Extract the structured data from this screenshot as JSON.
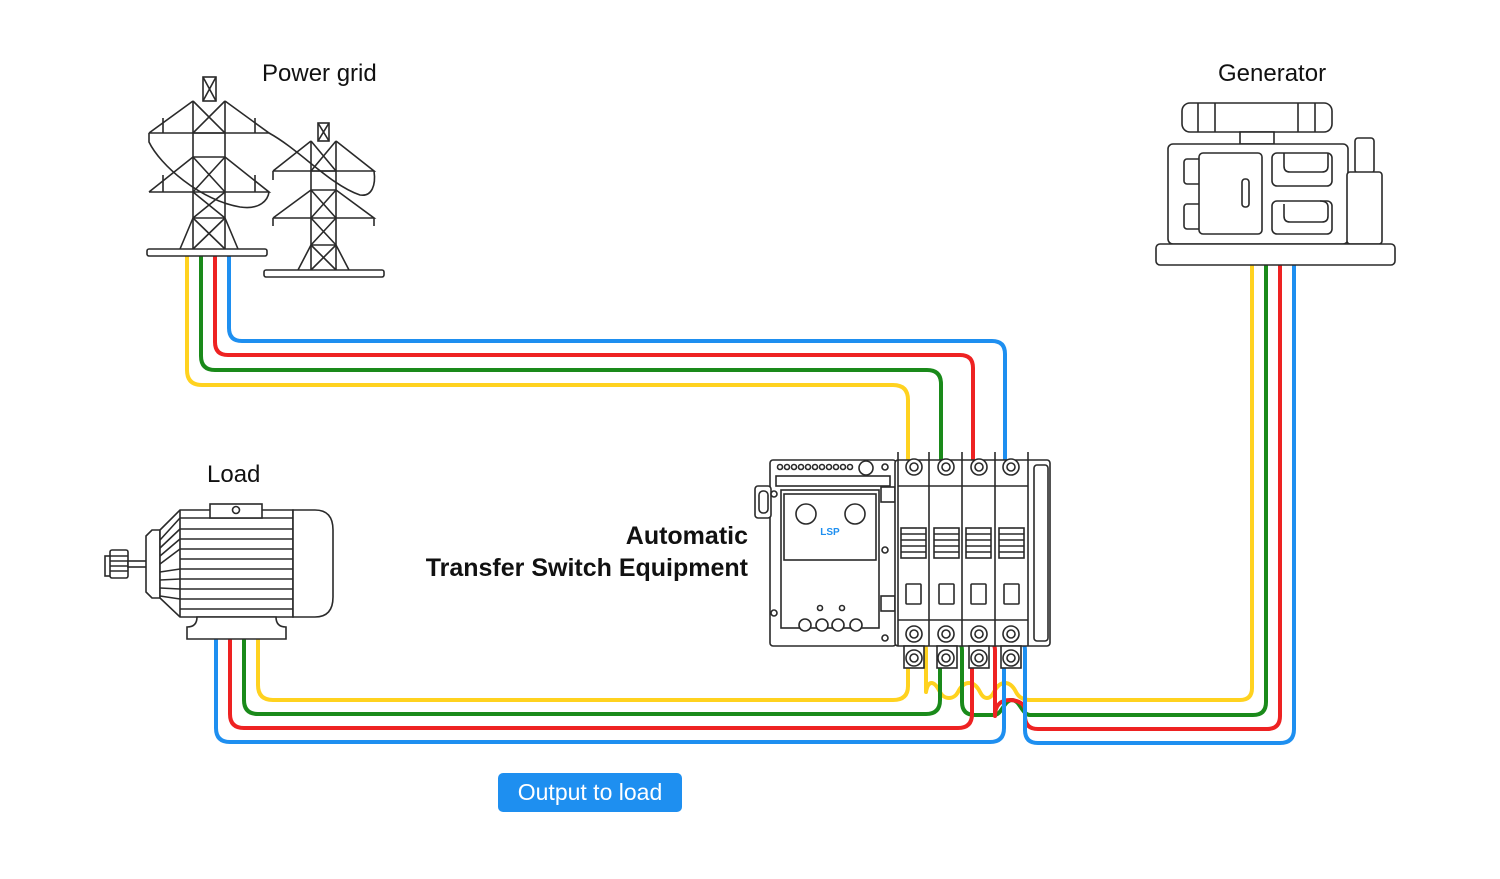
{
  "labels": {
    "power_grid": "Power grid",
    "generator": "Generator",
    "load": "Load",
    "ats_line1": "Automatic",
    "ats_line2": "Transfer Switch Equipment",
    "brand": "LSP"
  },
  "output_button": {
    "label": "Output to load"
  },
  "wire_colors": {
    "L1": "#ffd21f",
    "L2": "#1a8a1a",
    "L3": "#ee2222",
    "N": "#1e8ff0"
  },
  "accent_color": "#1e8ff0",
  "connections": [
    {
      "from": "power_grid",
      "to": "ats_top_terminals",
      "wires": [
        "L1",
        "L2",
        "L3",
        "N"
      ]
    },
    {
      "from": "generator",
      "to": "ats_bottom_terminals",
      "wires": [
        "L1",
        "L2",
        "L3",
        "N"
      ]
    },
    {
      "from": "ats_bottom_terminals",
      "to": "load",
      "wires": [
        "L1",
        "L2",
        "L3",
        "N"
      ]
    }
  ]
}
